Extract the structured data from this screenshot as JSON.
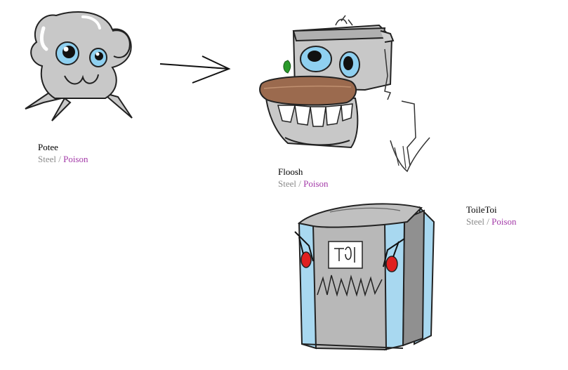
{
  "colors": {
    "steel": "#8a8a8a",
    "poison": "#a33aa8",
    "body_gray": "#c8c8c8",
    "dark_gray": "#8c8c8c",
    "eye_blue": "#8fd0f0",
    "lid_brown": "#9b6a4e",
    "toilet_blue": "#a8d8f0",
    "red": "#e02020",
    "green": "#2a9a2a"
  },
  "separator": " / ",
  "evolution_arrow": "arrow-right-icon",
  "creatures": [
    {
      "name": "Potee",
      "type1": "Steel",
      "type2": "Poison"
    },
    {
      "name": "Floosh",
      "type1": "Steel",
      "type2": "Poison"
    },
    {
      "name": "ToileToi",
      "type1": "Steel",
      "type2": "Poison"
    }
  ]
}
